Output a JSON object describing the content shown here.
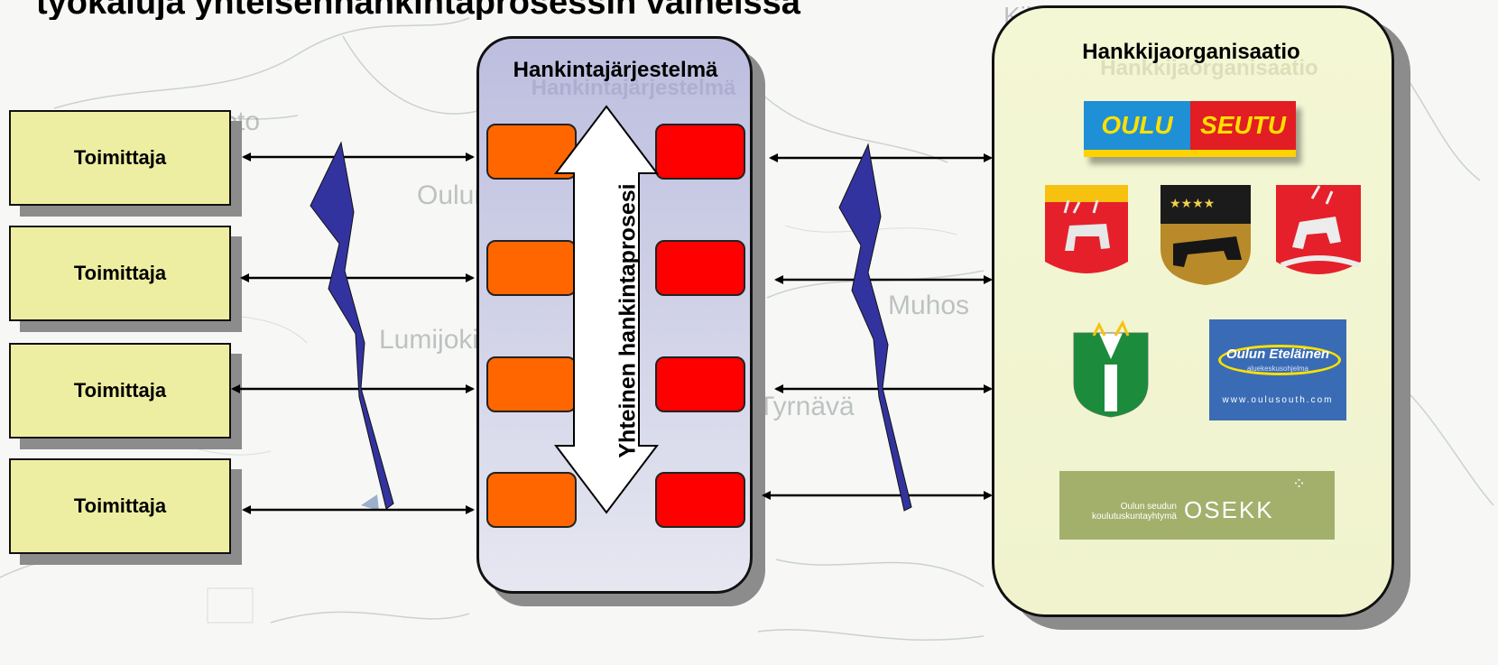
{
  "title": "työkaluja yhteisenhankintaprosessin vaiheissa",
  "map_labels": {
    "kiiminki": "Kiiminki",
    "hailuoto": "Hailuoto",
    "oulunsalo": "Oulunsalo",
    "lumijoki": "Lumijoki",
    "muhos": "Muhos",
    "tyrnava": "Tyrnävä"
  },
  "suppliers": [
    {
      "label": "Toimittaja"
    },
    {
      "label": "Toimittaja"
    },
    {
      "label": "Toimittaja"
    },
    {
      "label": "Toimittaja"
    }
  ],
  "system": {
    "title": "Hankintajärjestelmä",
    "process_label": "Yhteinen hankintaprosesi"
  },
  "organization": {
    "title": "Hankkijaorganisaatio",
    "logos": {
      "ouluseutu_part1": "OULU",
      "ouluseutu_part2": "SEUTU",
      "oulusouth_name": "Oulun Eteläinen",
      "oulusouth_sub": "aluekeskusohjelma",
      "oulusouth_url": "www.oulusouth.com",
      "osekk_small_line1": "Oulun seudun",
      "osekk_small_line2": "koulutuskuntayhtymä",
      "osekk_big": "OSEKK"
    }
  },
  "colors": {
    "supplier_fill": "#eeeea2",
    "system_fill": "#c9cae4",
    "org_fill": "#f2f5d1",
    "box_orange": "#ff6600",
    "box_red": "#ff0000",
    "lightning": "#3333a0"
  }
}
